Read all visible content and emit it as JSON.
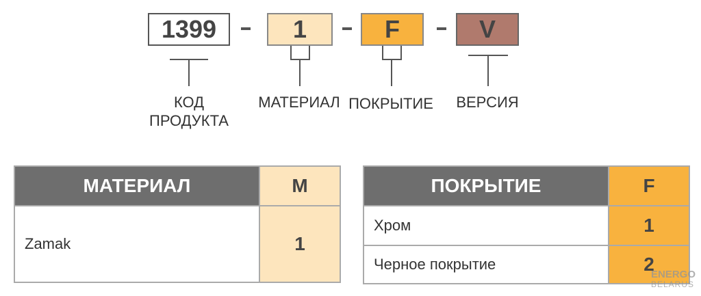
{
  "code": {
    "product": "1399",
    "material": "1",
    "coating": "F",
    "version": "V",
    "separator": "-"
  },
  "captions": {
    "product_line1": "КОД",
    "product_line2": "ПРОДУКТА",
    "material": "МАТЕРИАЛ",
    "coating": "ПОКРЫТИЕ",
    "version": "ВЕРСИЯ"
  },
  "material_table": {
    "header": "МАТЕРИАЛ",
    "code_header": "M",
    "rows": [
      {
        "name": "Zamak",
        "code": "1"
      }
    ]
  },
  "coating_table": {
    "header": "ПОКРЫТИЕ",
    "code_header": "F",
    "rows": [
      {
        "name": "Хром",
        "code": "1"
      },
      {
        "name": "Черное покрытие",
        "code": "2"
      }
    ]
  },
  "watermark": {
    "line1": "ENERGO",
    "line2": "BELARUS"
  },
  "colors": {
    "material_light": "#fde5bd",
    "coating_orange": "#f8b23e",
    "version_brown": "#b07a6d",
    "header_gray": "#6e6e6e"
  }
}
